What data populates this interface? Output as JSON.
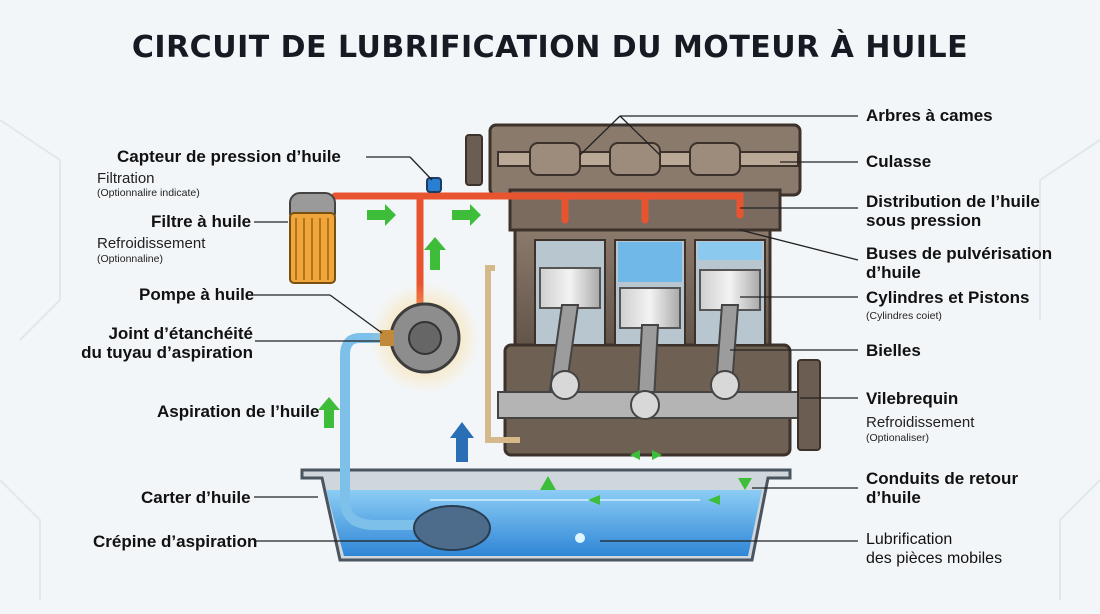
{
  "title": "CIRCUIT DE LUBRIFICATION DU MOTEUR À HUILE",
  "left_labels": {
    "pressure_sensor": "Capteur de pression d’huile",
    "filtration": "Filtration",
    "filtration_note": "(Optionnalire indicate)",
    "oil_filter": "Filtre à huile",
    "cooling": "Refroidissement",
    "cooling_note": "(Optionnaline)",
    "oil_pump": "Pompe à huile",
    "suction_seal_line1": "Joint d’étanchéité",
    "suction_seal_line2": "du tuyau d’aspiration",
    "oil_suction": "Aspiration de l’huile",
    "oil_pan": "Carter d’huile",
    "suction_strainer": "Crépine d’aspiration"
  },
  "right_labels": {
    "camshafts": "Arbres à cames",
    "cylinder_head": "Culasse",
    "pressure_distribution_line1": "Distribution de l’huile",
    "pressure_distribution_line2": "sous pression",
    "spray_nozzles_line1": "Buses de pulvérisation",
    "spray_nozzles_line2": "d’huile",
    "cylinders_pistons": "Cylindres et Pistons",
    "cylinders_note": "(Cylindres coiet)",
    "connecting_rods": "Bielles",
    "crankshaft": "Vilebrequin",
    "crank_cooling": "Refroidissement",
    "crank_cooling_note": "(Optionaliser)",
    "return_ducts_line1": "Conduits de retour",
    "return_ducts_line2": "d’huile",
    "lubrication_line1": "Lubrification",
    "lubrication_line2": "des pièces mobiles"
  },
  "colors": {
    "oil_pressure": "#e8542f",
    "oil_bath": "#3f9be3",
    "engine_metal": "#7a6a5c",
    "flow_arrow": "#3ebd3a"
  }
}
